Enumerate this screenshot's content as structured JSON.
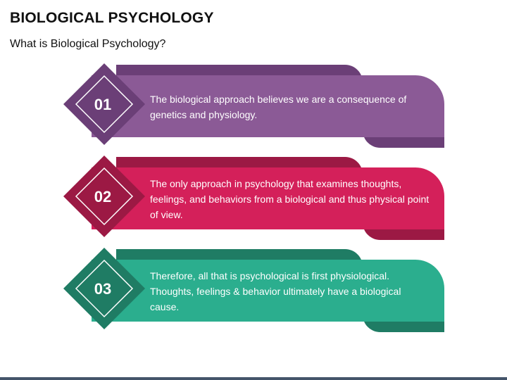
{
  "header": {
    "title": "BIOLOGICAL PSYCHOLOGY",
    "subtitle": "What is Biological Psychology?"
  },
  "items": [
    {
      "number": "01",
      "text": "The biological approach believes we are a consequence of genetics and physiology.",
      "color": "#8b5a96",
      "dark_color": "#6b3f77"
    },
    {
      "number": "02",
      "text": "The only approach in psychology that examines thoughts, feelings, and behaviors from a biological and thus physical point of view.",
      "color": "#d4205a",
      "dark_color": "#9c1944"
    },
    {
      "number": "03",
      "text": "Therefore, all that is psychological is first physiological. Thoughts, feelings & behavior ultimately have a biological cause.",
      "color": "#2bae8e",
      "dark_color": "#1f7c64"
    }
  ]
}
